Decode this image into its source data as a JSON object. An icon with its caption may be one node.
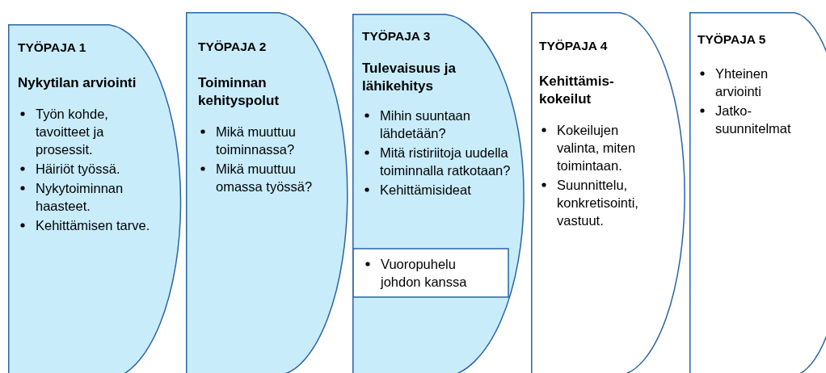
{
  "diagram": {
    "nodes": [
      {
        "text": [
          "TYÖPAJA 1",
          "Nykytilan arviointi",
          "Työn kohde, tavoitteet ja prosessit.",
          "Häiriöt työssä.",
          "Nykytoiminnan haasteet.",
          "Kehittämisen tarve."
        ]
      },
      {
        "text": [
          "TYÖPAJA 2",
          "Toiminnan kehityspolut",
          "Mikä muuttuu toiminnassa?",
          "Mikä muuttuu omassa työssä?"
        ]
      },
      {
        "text": [
          "TYÖPAJA 3",
          "Tulevaisuus ja lähikehitys",
          "Mihin suuntaan lähdetään?",
          "Mitä ristiriitoja uudella toiminnalla ratkotaan?",
          "Kehittämisideat"
        ]
      },
      {
        "text": [
          "TYÖPAJA 4",
          "Kehittämis-kokeilut",
          "Kokeilujen valinta, miten toimintaan.",
          "Suunnittelu, konkretisointi, vastuut."
        ]
      },
      {
        "text": [
          "TYÖPAJA 5",
          "Yhteinen arviointi",
          "Jatko-suunnitelmat"
        ]
      },
      {
        "text": [
          "Vuoropuhelu johdon kanssa"
        ],
        "in": 2
      }
    ]
  }
}
